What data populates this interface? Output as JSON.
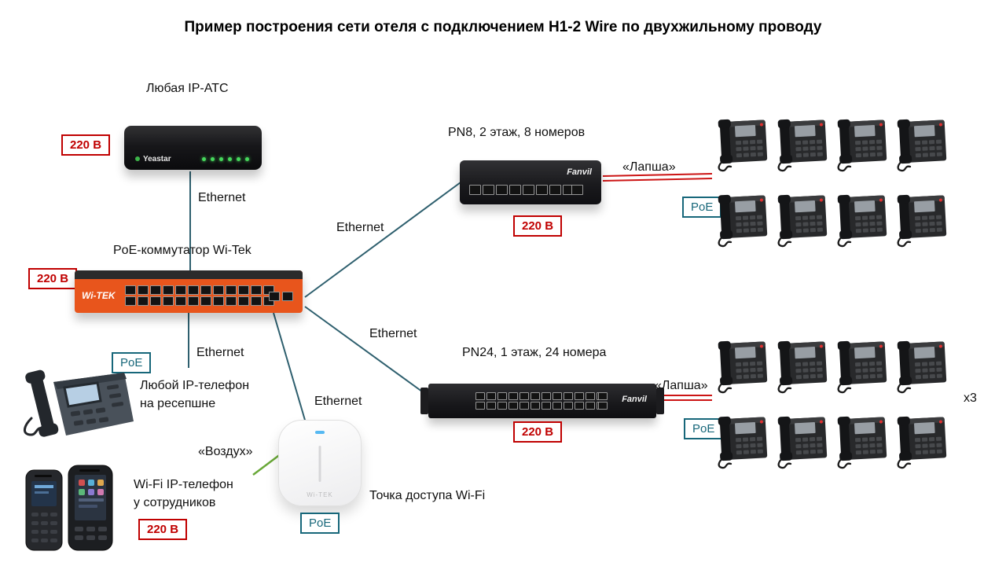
{
  "title": "Пример построения сети отеля с подключением H1-2 Wire по двухжильному проводу",
  "badges": {
    "power": "220 В",
    "poe": "PoE"
  },
  "labels": {
    "ethernet": "Ethernet",
    "lapsha": "«Лапша»",
    "vozduh": "«Воздух»",
    "multiplier": "x3"
  },
  "devices": {
    "pbx": {
      "label": "Любая IP-АТС",
      "brand": "Yeastar"
    },
    "core_switch": {
      "label": "PoE-коммутатор Wi-Tek",
      "brand": "Wi-TEK"
    },
    "pn8": {
      "label": "PN8, 2 этаж, 8 номеров",
      "brand": "Fanvil"
    },
    "pn24": {
      "label": "PN24, 1 этаж, 24 номера",
      "brand": "Fanvil"
    },
    "reception_phone": {
      "label_line1": "Любой IP-телефон",
      "label_line2": "на ресепшне"
    },
    "wifi_phone": {
      "label_line1": "Wi-Fi IP-телефон",
      "label_line2": "у сотрудников"
    },
    "access_point": {
      "label": "Точка доступа Wi-Fi",
      "brand": "Wi-TEK"
    }
  },
  "phone_groups": {
    "floor2": {
      "rows": 2,
      "cols": 4
    },
    "floor1": {
      "rows": 2,
      "cols": 4,
      "multiplier": "x3"
    }
  },
  "colors": {
    "ethernet_line": "#2e5f6e",
    "lapsha_line": "#cc1414",
    "vozduh_line": "#69a838",
    "power_badge": "#c00000",
    "poe_badge": "#17677a",
    "switch_orange": "#e8551c"
  }
}
